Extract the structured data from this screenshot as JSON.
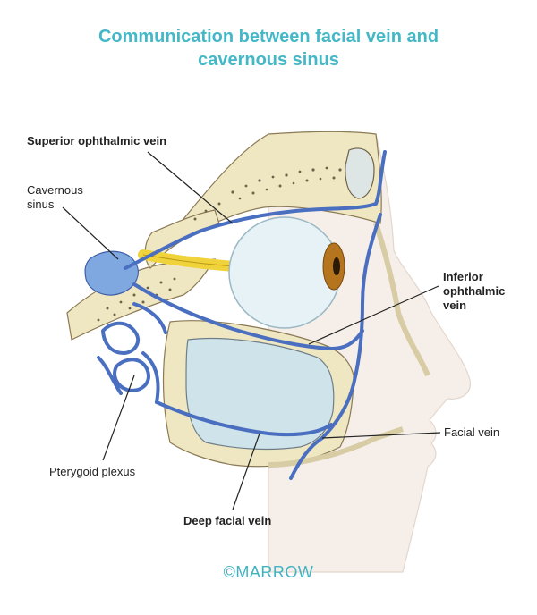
{
  "title": {
    "line1": "Communication between facial vein and",
    "line2": "cavernous sinus"
  },
  "labels": {
    "superior_ophthalmic_vein": "Superior ophthalmic vein",
    "cavernous_sinus_line1": "Cavernous",
    "cavernous_sinus_line2": "sinus",
    "inferior_ophthalmic_vein_line1": "Inferior",
    "inferior_ophthalmic_vein_line2": "ophthalmic",
    "inferior_ophthalmic_vein_line3": "vein",
    "facial_vein": "Facial vein",
    "pterygoid_plexus": "Pterygoid plexus",
    "deep_facial_vein": "Deep facial vein"
  },
  "footer": {
    "brand": "©MARROW"
  },
  "colors": {
    "title": "#45b8c8",
    "vein": "#4a6fc0",
    "bone": "#efe6c2",
    "sinus": "#cfe3ea",
    "eye": "#e6f2f6",
    "nerve": "#f0d23a"
  }
}
